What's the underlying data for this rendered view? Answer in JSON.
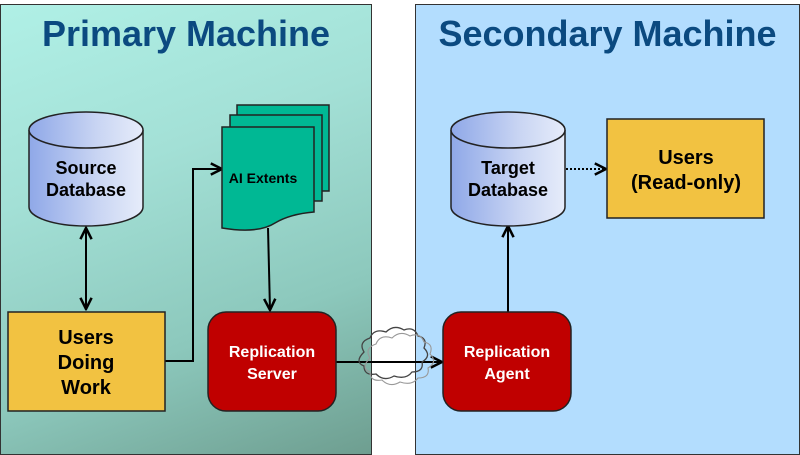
{
  "primary": {
    "title": "Primary Machine"
  },
  "secondary": {
    "title": "Secondary Machine"
  },
  "nodes": {
    "source_db": {
      "line1": "Source",
      "line2": "Database"
    },
    "users_work": {
      "line1": "Users",
      "line2": "Doing",
      "line3": "Work"
    },
    "ai_extents": {
      "label": "AI Extents"
    },
    "repl_server": {
      "line1": "Replication",
      "line2": "Server"
    },
    "repl_agent": {
      "line1": "Replication",
      "line2": "Agent"
    },
    "target_db": {
      "line1": "Target",
      "line2": "Database"
    },
    "users_ro": {
      "line1": "Users",
      "line2": "(Read-only)"
    }
  },
  "colors": {
    "title": "#0b4a80",
    "database": "#b8c8f0",
    "users_box": "#f2c241",
    "ai_extents": "#00b894",
    "replication": "#c00000"
  }
}
